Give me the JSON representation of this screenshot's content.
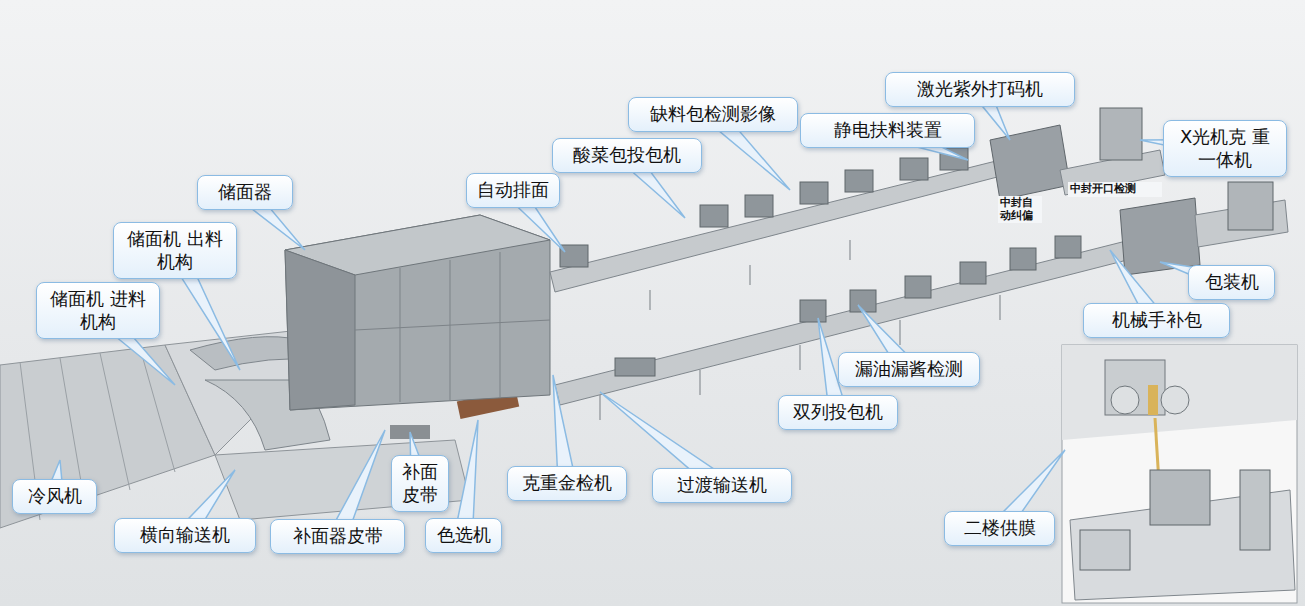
{
  "diagram": {
    "nodes": [
      {
        "text": [
          "激光紫外打码机"
        ]
      },
      {
        "text": [
          "X光机克 重一体机"
        ]
      },
      {
        "text": [
          "缺料包检测影像"
        ]
      },
      {
        "text": [
          "静电扶料装置"
        ]
      },
      {
        "text": [
          "酸菜包投包机"
        ]
      },
      {
        "text": [
          "储面器"
        ]
      },
      {
        "text": [
          "自动排面"
        ]
      },
      {
        "text": [
          "储面机 出料机构"
        ]
      },
      {
        "text": [
          "储面机 进料机构"
        ]
      },
      {
        "text": [
          "包装机"
        ]
      },
      {
        "text": [
          "机械手补包"
        ]
      },
      {
        "text": [
          "漏油漏酱检测"
        ]
      },
      {
        "text": [
          "双列投包机"
        ]
      },
      {
        "text": [
          "二楼供膜"
        ]
      },
      {
        "text": [
          "补面 皮带"
        ]
      },
      {
        "text": [
          "克重金检机"
        ]
      },
      {
        "text": [
          "过渡输送机"
        ]
      },
      {
        "text": [
          "冷风机"
        ]
      },
      {
        "text": [
          "横向输送机"
        ]
      },
      {
        "text": [
          "补面器皮带"
        ]
      },
      {
        "text": [
          "色选机"
        ]
      }
    ],
    "labels": [
      "中封自动纠偏",
      "中封开口检测"
    ]
  }
}
